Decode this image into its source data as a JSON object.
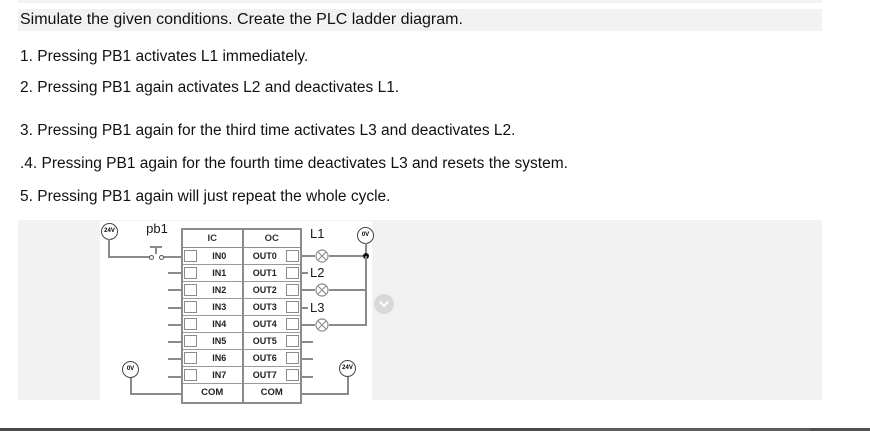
{
  "title": "Simulate the given conditions. Create the PLC ladder diagram.",
  "instructions": [
    "1. Pressing PB1 activates L1 immediately.",
    "2. Pressing PB1 again activates L2 and deactivates L1.",
    "3. Pressing PB1 again for the third time activates L3 and deactivates L2.",
    ".4. Pressing PB1 again for the fourth time deactivates L3 and resets the system.",
    "5. Pressing PB1 again will just repeat the whole cycle.",
    ""
  ],
  "diagram": {
    "push_button_label": "pb1",
    "plc": {
      "input_header": "IC",
      "output_header": "OC",
      "inputs": [
        "IN0",
        "IN1",
        "IN2",
        "IN3",
        "IN4",
        "IN5",
        "IN6",
        "IN7"
      ],
      "outputs": [
        "OUT0",
        "OUT1",
        "OUT2",
        "OUT3",
        "OUT4",
        "OUT5",
        "OUT6",
        "OUT7"
      ],
      "input_com": "COM",
      "output_com": "COM"
    },
    "lamp_labels": [
      "L1",
      "L2",
      "L3"
    ],
    "terminals": {
      "top_left": "24V",
      "top_right": "0V",
      "bottom_left": "0V",
      "bottom_right": "24V"
    },
    "colors": {
      "wire": "#8a8a8a",
      "highlight": "#f2f2f2",
      "bottom_bar": "#4a4a4a"
    },
    "scroll_indicator_icon": "chevron-down"
  }
}
